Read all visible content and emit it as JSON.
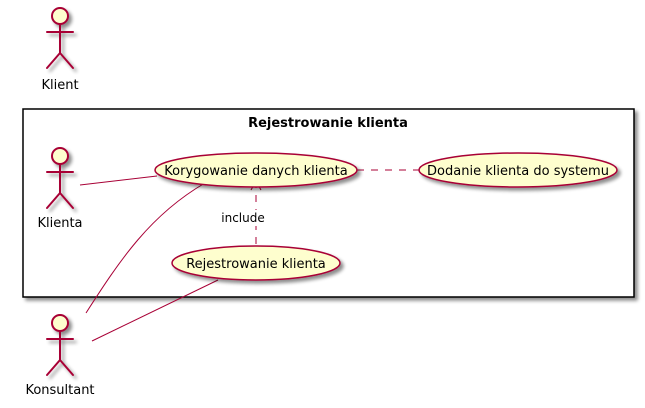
{
  "package": {
    "title": "Rejestrowanie klienta"
  },
  "actors": {
    "klient": "Klient",
    "klienta": "Klienta",
    "konsultant": "Konsultant"
  },
  "usecases": {
    "korygowanie": "Korygowanie danych klienta",
    "dodanie": "Dodanie klienta do systemu",
    "rejestrowanie": "Rejestrowanie klienta"
  },
  "relations": {
    "include": "include"
  },
  "colors": {
    "border": "#A80036",
    "fill": "#FEFECE"
  }
}
